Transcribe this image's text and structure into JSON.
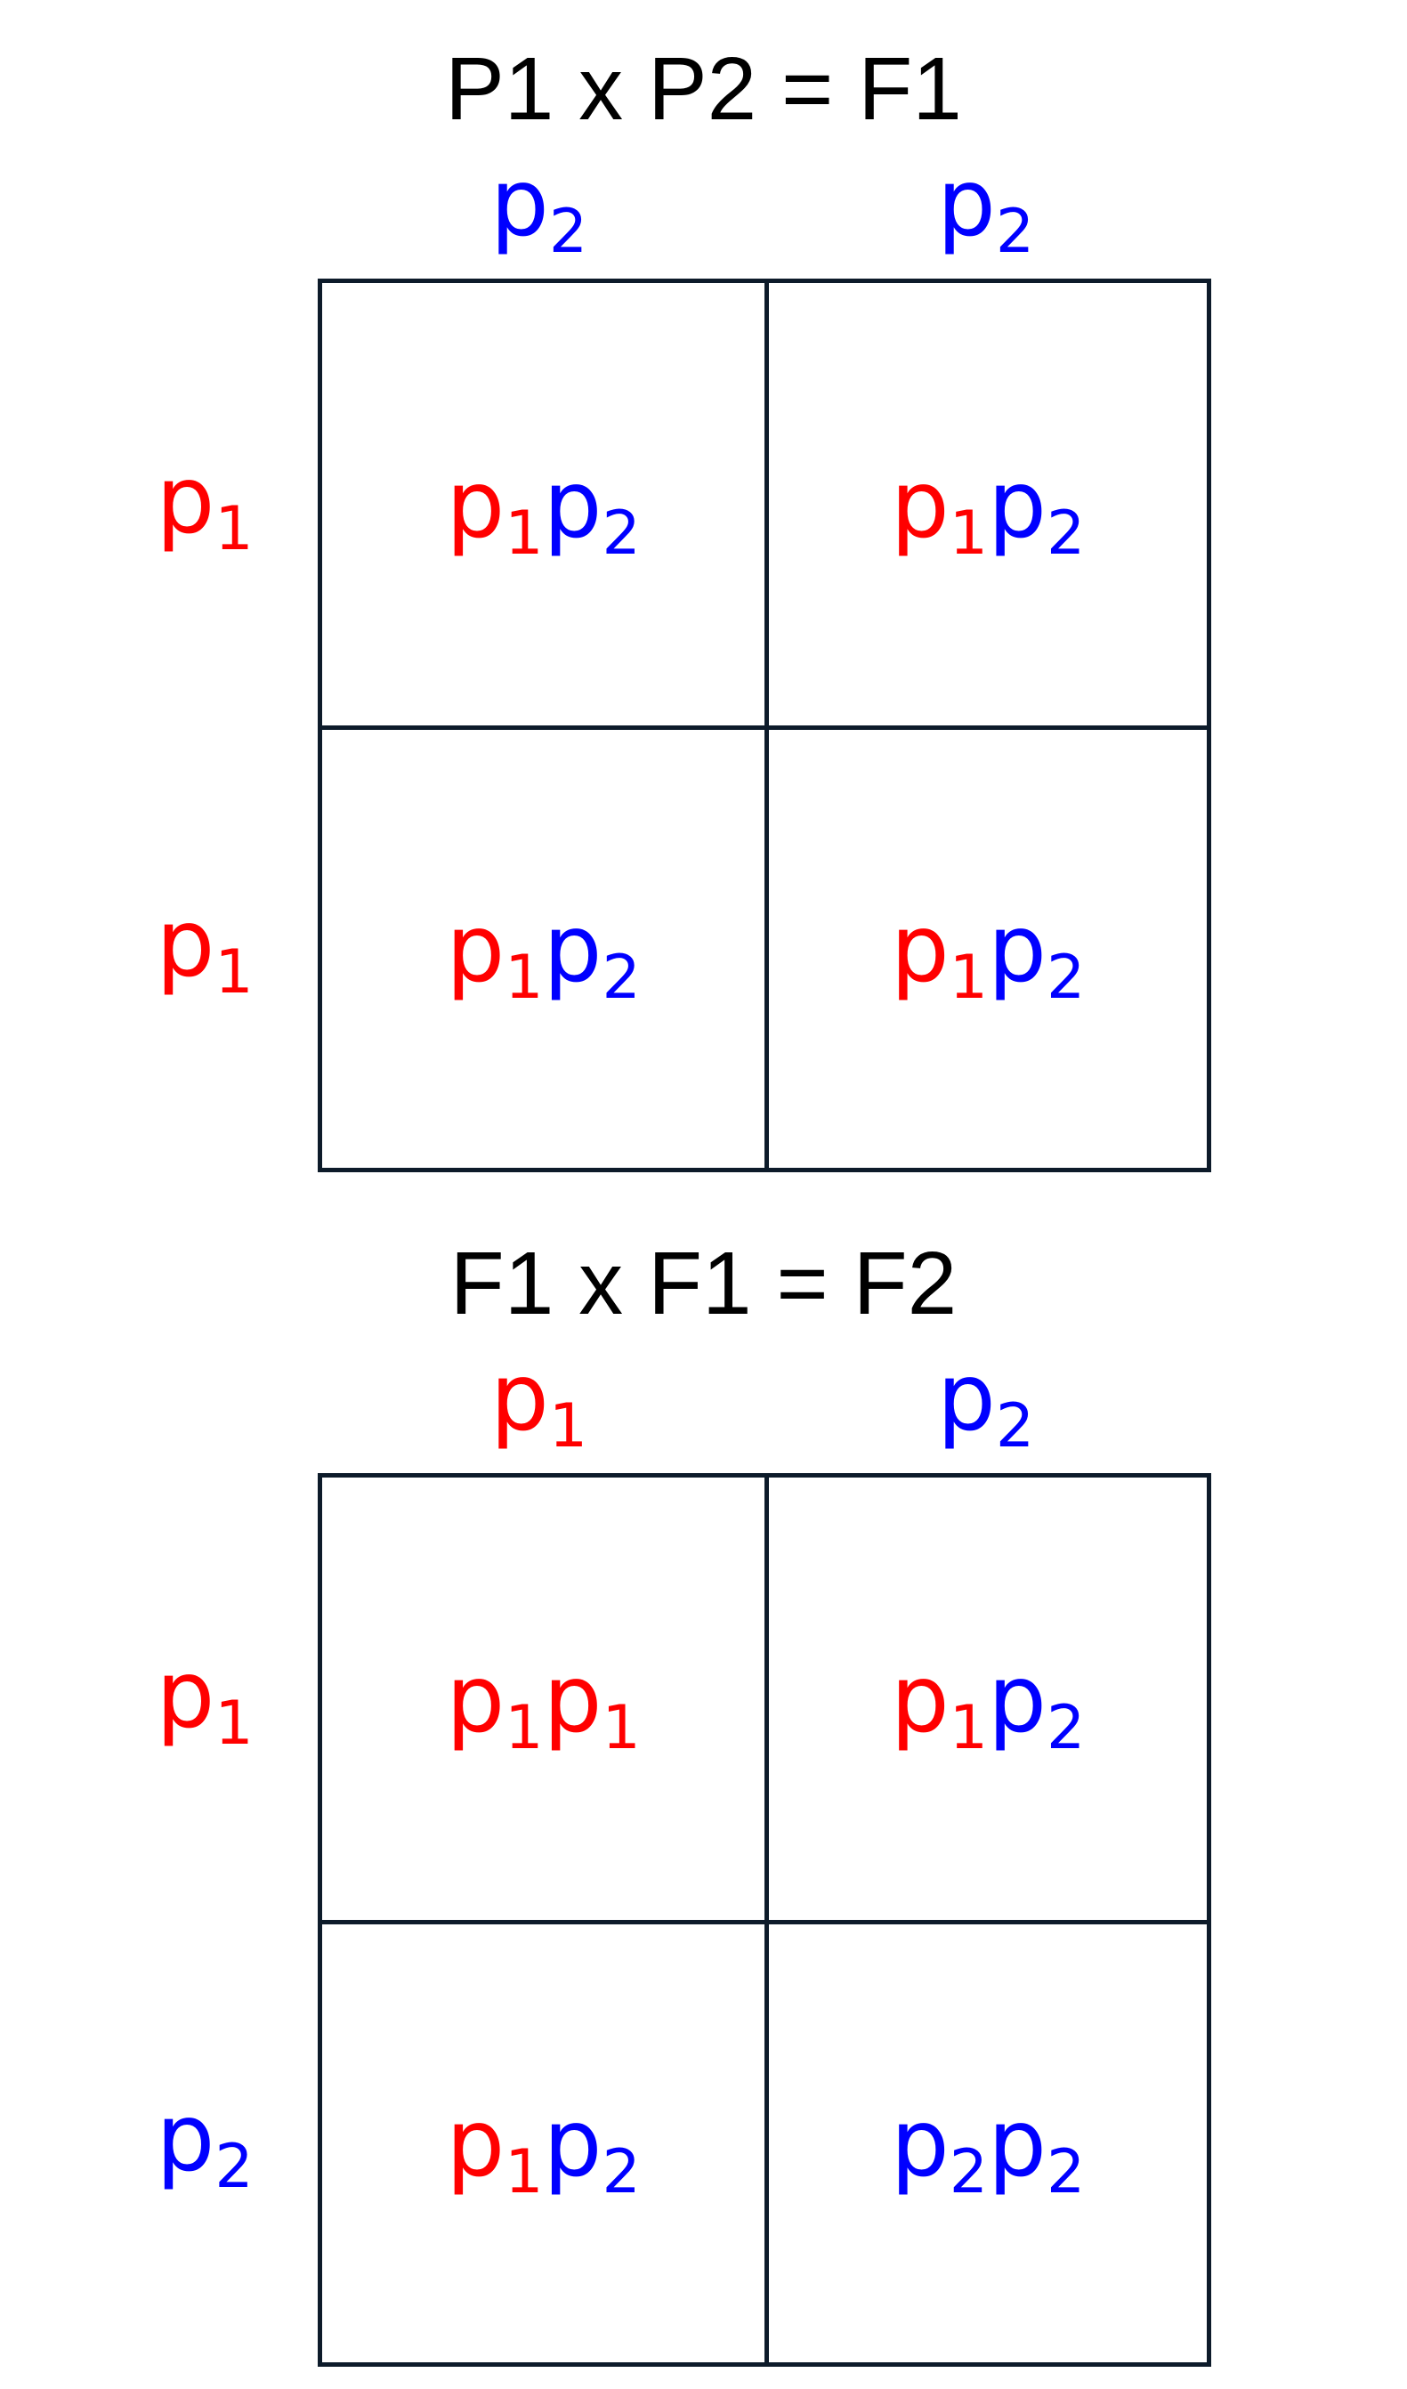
{
  "colors": {
    "p1": "#ff0000",
    "p2": "#0000ff",
    "title": "#000000",
    "grid_line": "#0d1b2a"
  },
  "squares": [
    {
      "title": "P1 x P2 = F1",
      "columns": [
        {
          "letter": "p",
          "subscript": "2",
          "allele": "p2"
        },
        {
          "letter": "p",
          "subscript": "2",
          "allele": "p2"
        }
      ],
      "rows": [
        {
          "letter": "p",
          "subscript": "1",
          "allele": "p1"
        },
        {
          "letter": "p",
          "subscript": "1",
          "allele": "p1"
        }
      ],
      "cells": [
        [
          [
            {
              "letter": "p",
              "subscript": "1",
              "allele": "p1"
            },
            {
              "letter": "p",
              "subscript": "2",
              "allele": "p2"
            }
          ],
          [
            {
              "letter": "p",
              "subscript": "1",
              "allele": "p1"
            },
            {
              "letter": "p",
              "subscript": "2",
              "allele": "p2"
            }
          ]
        ],
        [
          [
            {
              "letter": "p",
              "subscript": "1",
              "allele": "p1"
            },
            {
              "letter": "p",
              "subscript": "2",
              "allele": "p2"
            }
          ],
          [
            {
              "letter": "p",
              "subscript": "1",
              "allele": "p1"
            },
            {
              "letter": "p",
              "subscript": "2",
              "allele": "p2"
            }
          ]
        ]
      ]
    },
    {
      "title": "F1 x F1 = F2",
      "columns": [
        {
          "letter": "p",
          "subscript": "1",
          "allele": "p1"
        },
        {
          "letter": "p",
          "subscript": "2",
          "allele": "p2"
        }
      ],
      "rows": [
        {
          "letter": "p",
          "subscript": "1",
          "allele": "p1"
        },
        {
          "letter": "p",
          "subscript": "2",
          "allele": "p2"
        }
      ],
      "cells": [
        [
          [
            {
              "letter": "p",
              "subscript": "1",
              "allele": "p1"
            },
            {
              "letter": "p",
              "subscript": "1",
              "allele": "p1"
            }
          ],
          [
            {
              "letter": "p",
              "subscript": "1",
              "allele": "p1"
            },
            {
              "letter": "p",
              "subscript": "2",
              "allele": "p2"
            }
          ]
        ],
        [
          [
            {
              "letter": "p",
              "subscript": "1",
              "allele": "p1"
            },
            {
              "letter": "p",
              "subscript": "2",
              "allele": "p2"
            }
          ],
          [
            {
              "letter": "p",
              "subscript": "2",
              "allele": "p2"
            },
            {
              "letter": "p",
              "subscript": "2",
              "allele": "p2"
            }
          ]
        ]
      ]
    }
  ]
}
